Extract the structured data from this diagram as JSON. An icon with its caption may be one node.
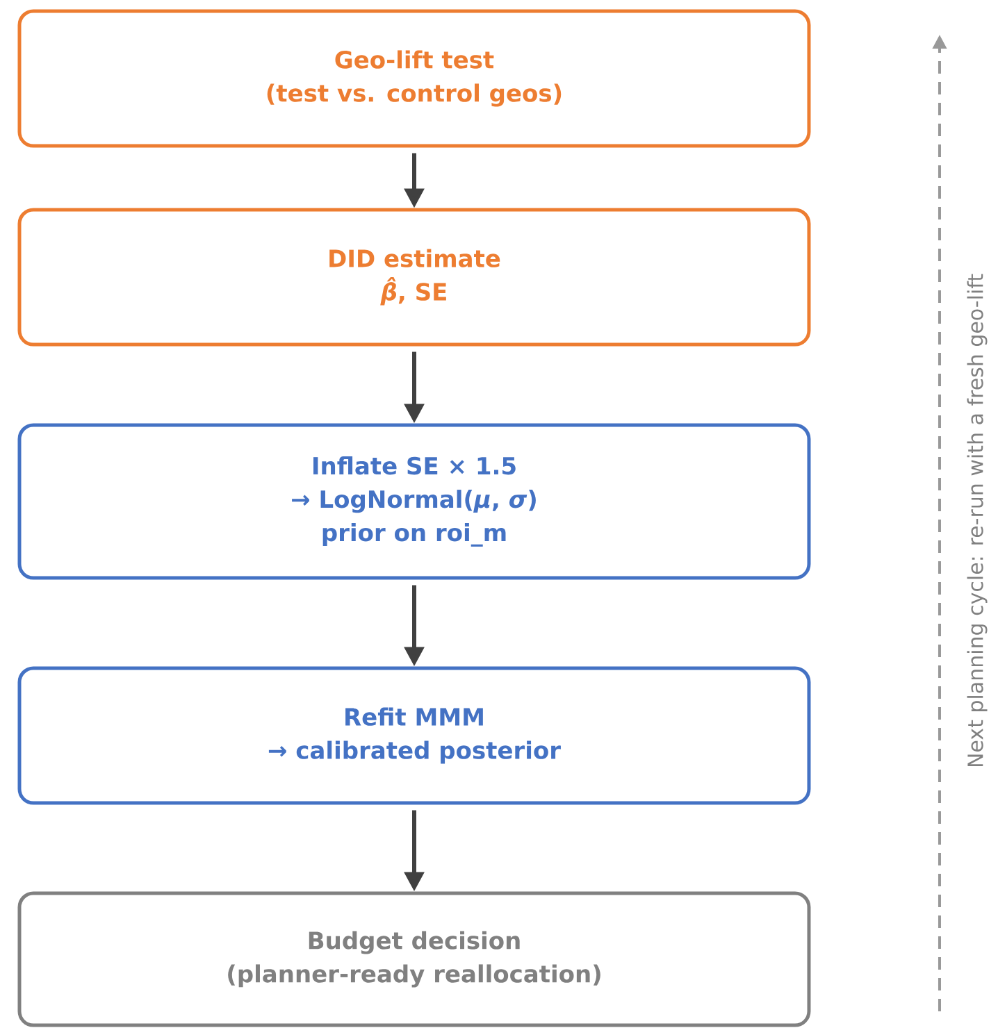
{
  "diagram": {
    "nodes": [
      {
        "text": [
          "Geo-lift test",
          "(test vs. control geos)"
        ]
      },
      {
        "text": [
          "DID estimate",
          "*β̂*, SE"
        ]
      },
      {
        "text": [
          "Inflate SE × 1.5",
          "→ LogNormal(*μ*, *σ*)",
          "prior on roi_m"
        ]
      },
      {
        "text": [
          "Refit MMM",
          "→ calibrated posterior"
        ]
      },
      {
        "text": [
          "Budget decision",
          "(planner-ready reallocation)"
        ]
      }
    ],
    "edges": [
      {
        "from": 0,
        "to": 1,
        "arrow": "to"
      },
      {
        "from": 1,
        "to": 2,
        "arrow": "to"
      },
      {
        "from": 2,
        "to": 3,
        "arrow": "to"
      },
      {
        "from": 3,
        "to": 4,
        "arrow": "to"
      }
    ],
    "labels": [
      "Next planning cycle: re-run with a fresh geo-lift"
    ]
  }
}
